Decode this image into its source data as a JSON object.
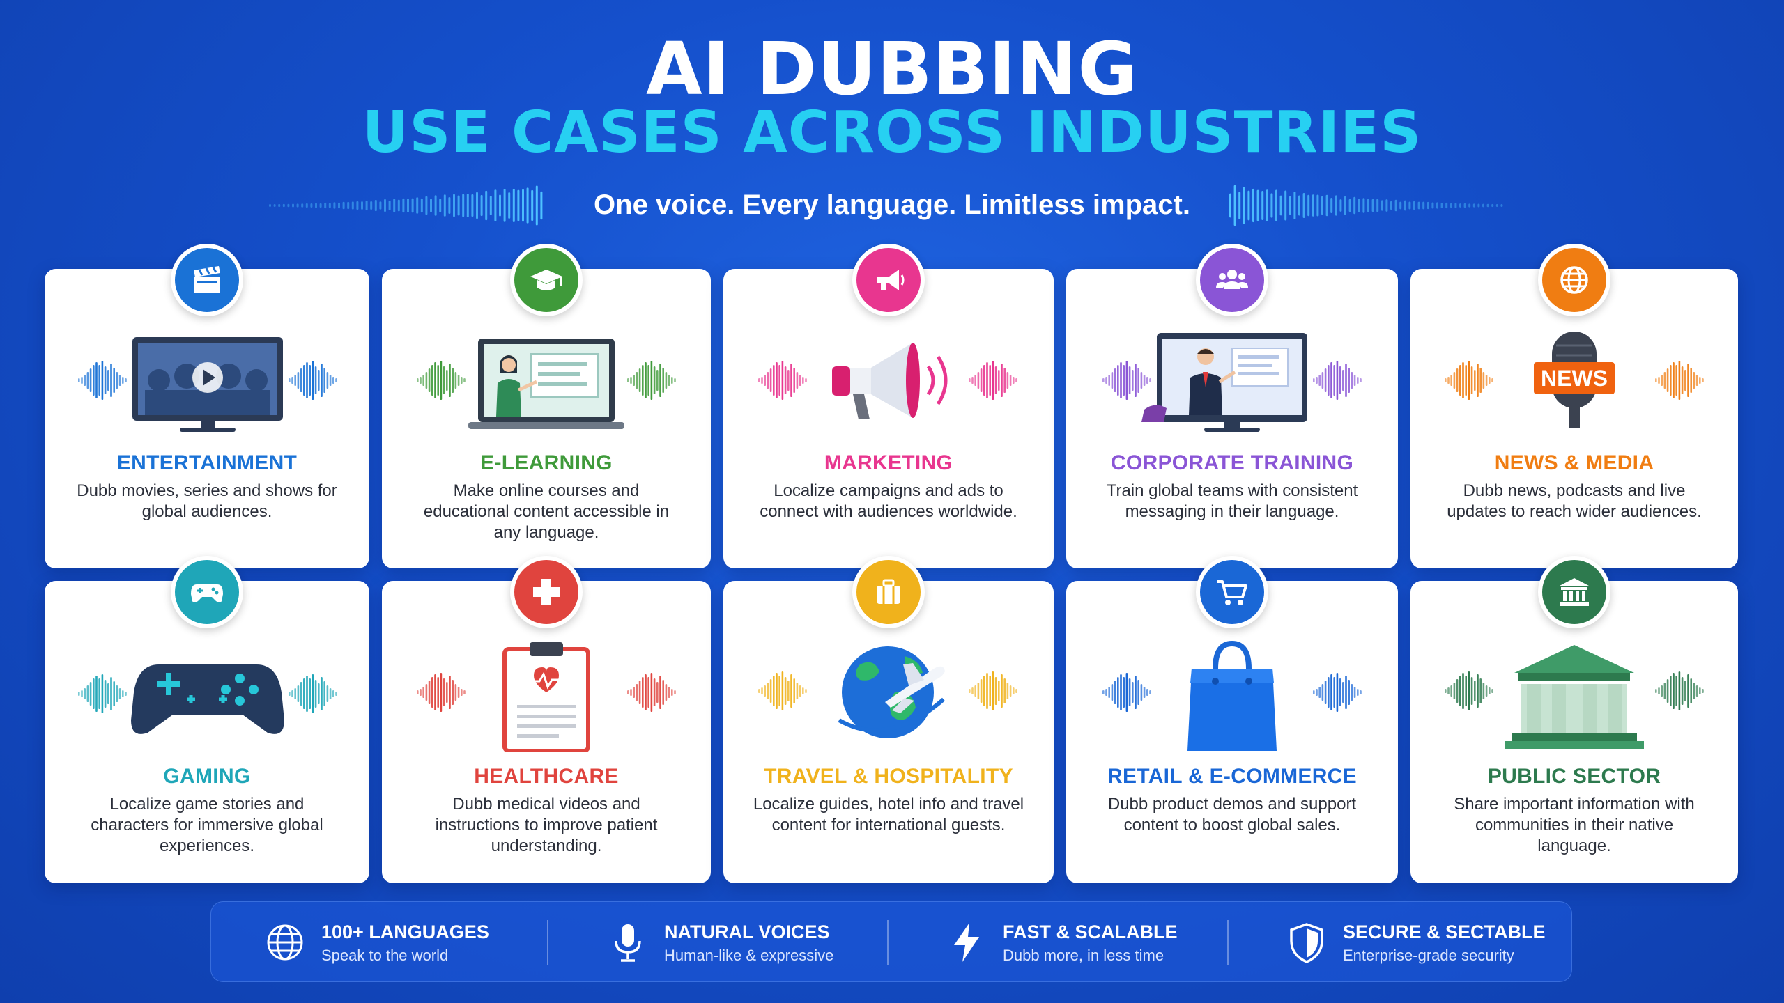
{
  "header": {
    "title": "AI DUBBING",
    "subtitle": "USE CASES ACROSS INDUSTRIES",
    "tagline": "One voice. Every language. Limitless impact."
  },
  "colors": {
    "background": "#1550cc",
    "subtitle": "#27d0f2",
    "entertainment": "#1a72d6",
    "elearning": "#3f9a3a",
    "marketing": "#e8368f",
    "corporate_training": "#8a55d6",
    "news_media": "#f07d12",
    "gaming": "#1fa6b8",
    "healthcare": "#e0443e",
    "travel": "#f0b21c",
    "retail": "#1a67d6",
    "public_sector": "#2d7a4e"
  },
  "cards": [
    {
      "title": "ENTERTAINMENT",
      "description": "Dubb movies, series and shows for global audiences.",
      "icon": "clapperboard-icon",
      "illustration": "tv-with-audience"
    },
    {
      "title": "E-LEARNING",
      "description": "Make online courses and educational content accessible in any language.",
      "icon": "graduation-cap-icon",
      "illustration": "laptop-with-teacher"
    },
    {
      "title": "MARKETING",
      "description": "Localize campaigns and ads to connect with audiences worldwide.",
      "icon": "megaphone-icon",
      "illustration": "megaphone"
    },
    {
      "title": "CORPORATE TRAINING",
      "description": "Train global teams with consistent messaging in their language.",
      "icon": "team-icon",
      "illustration": "monitor-with-presenter"
    },
    {
      "title": "NEWS & MEDIA",
      "description": "Dubb news, podcasts and live updates to reach wider audiences.",
      "icon": "globe-icon",
      "illustration": "news-microphone",
      "illustration_label": "NEWS"
    },
    {
      "title": "GAMING",
      "description": "Localize game stories and characters for immersive global experiences.",
      "icon": "gamepad-icon",
      "illustration": "game-controller"
    },
    {
      "title": "HEALTHCARE",
      "description": "Dubb medical videos and instructions to improve patient understanding.",
      "icon": "medical-cross-icon",
      "illustration": "medical-clipboard"
    },
    {
      "title": "TRAVEL & HOSPITALITY",
      "description": "Localize guides, hotel info and travel content for international guests.",
      "icon": "suitcase-icon",
      "illustration": "globe-with-airplane"
    },
    {
      "title": "RETAIL & E-COMMERCE",
      "description": "Dubb product demos and support content to boost global sales.",
      "icon": "shopping-cart-icon",
      "illustration": "shopping-bag"
    },
    {
      "title": "PUBLIC SECTOR",
      "description": "Share important information with communities in their native language.",
      "icon": "government-building-icon",
      "illustration": "government-building"
    }
  ],
  "features": [
    {
      "title": "100+ LANGUAGES",
      "subtitle": "Speak to the world",
      "icon": "globe-icon"
    },
    {
      "title": "NATURAL VOICES",
      "subtitle": "Human-like & expressive",
      "icon": "microphone-icon"
    },
    {
      "title": "FAST & SCALABLE",
      "subtitle": "Dubb more, in less time",
      "icon": "lightning-icon"
    },
    {
      "title": "SECURE & SECTABLE",
      "subtitle": "Enterprise-grade security",
      "icon": "shield-icon"
    }
  ]
}
